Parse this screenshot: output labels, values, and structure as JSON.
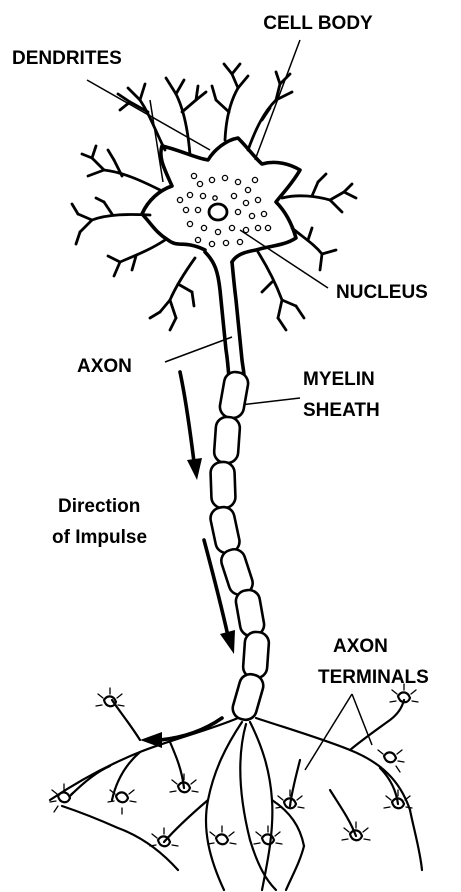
{
  "labels": {
    "cell_body": "CELL BODY",
    "dendrites": "DENDRITES",
    "nucleus": "NUCLEUS",
    "axon": "AXON",
    "myelin_line1": "MYELIN",
    "myelin_line2": "SHEATH",
    "direction_line1": "Direction",
    "direction_line2": "of Impulse",
    "terminals_line1": "AXON",
    "terminals_line2": "TERMINALS"
  },
  "colors": {
    "ink": "#000000",
    "background": "#ffffff"
  }
}
